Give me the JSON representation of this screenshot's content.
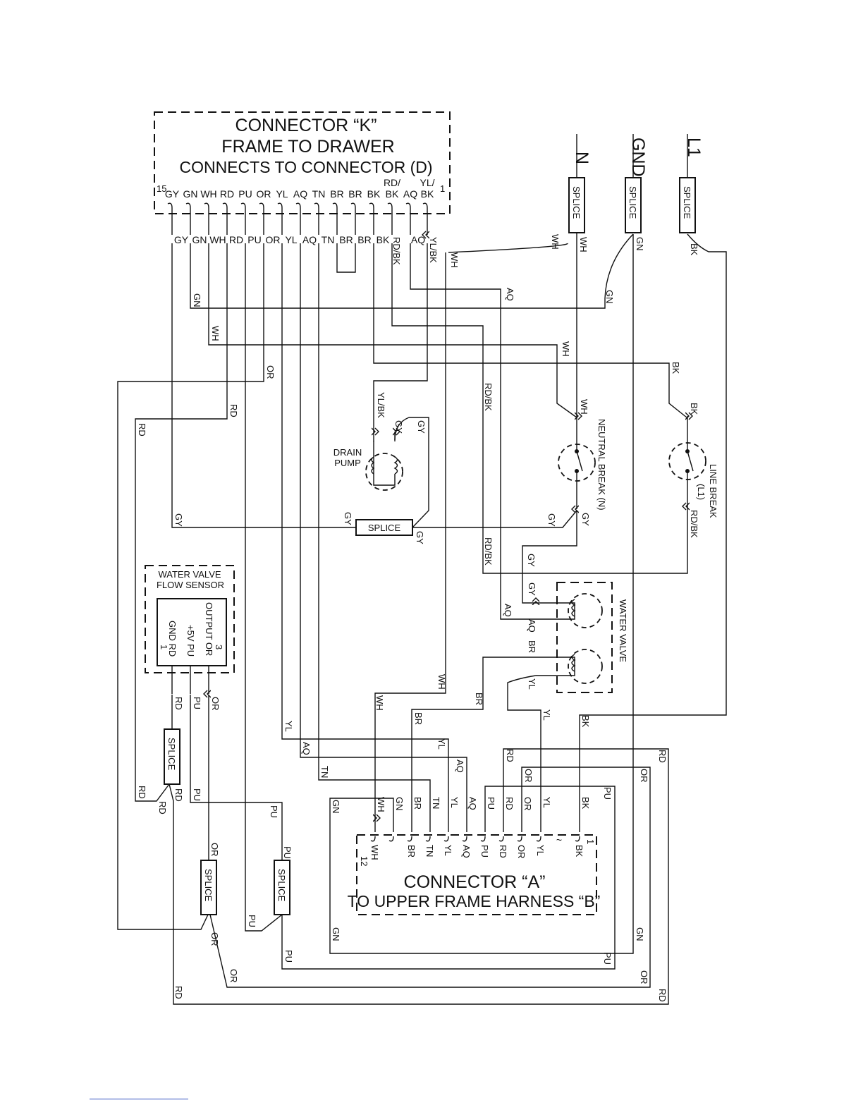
{
  "connector_k": {
    "title": "CONNECTOR “K”",
    "subtitle": "FRAME TO DRAWER",
    "note": "CONNECTS TO CONNECTOR (D)",
    "pin_first": "15",
    "pin_last": "1",
    "pins": [
      "GY",
      "GN",
      "WH",
      "RD",
      "PU",
      "OR",
      "YL",
      "AQ",
      "TN",
      "BR",
      "BR",
      "BK",
      "RD/BK",
      "AQ",
      "YL/BK"
    ],
    "pin_label_rdbk_top": "RD/",
    "pin_label_rdbk_bottom": "BK",
    "pin_label_ylbk_top": "YL/",
    "pin_label_ylbk_bottom": "BK"
  },
  "connector_a": {
    "title": "CONNECTOR “A”",
    "subtitle": "TO UPPER FRAME HARNESS “B”",
    "pin_first": "12",
    "pin_last": "1",
    "pins": [
      "WH",
      "GN",
      "BR",
      "TN",
      "YL",
      "AQ",
      "PU",
      "RD",
      "OR",
      "YL",
      "",
      "BK"
    ],
    "empty_pin": "~"
  },
  "supply": {
    "neutral": "N",
    "ground": "GND",
    "line": "L1"
  },
  "splice_label": "SPLICE",
  "drain_pump": {
    "line1": "DRAIN",
    "line2": "PUMP"
  },
  "neutral_break": "NEUTRAL BREAK (N)",
  "line_break": {
    "line1": "LINE BREAK",
    "line2": "(L1)"
  },
  "water_valve": "WATER VALVE",
  "flow_sensor": {
    "title1": "WATER VALVE",
    "title2": "FLOW SENSOR",
    "pin3": "3",
    "pin1": "1",
    "output": "OUTPUT OR",
    "plus5v": "+5V PU",
    "gnd": "GND RD"
  },
  "colors": {
    "line": "#111111",
    "background": "#ffffff",
    "page_rule": "#2e4fbf"
  }
}
